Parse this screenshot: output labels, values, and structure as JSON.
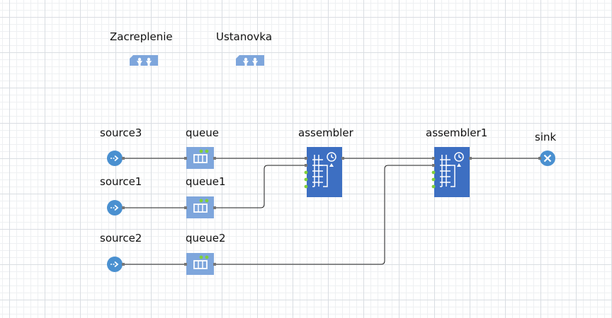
{
  "colors": {
    "block_light": "#7ea6dc",
    "block_dark": "#3d6fc2",
    "source_fill": "#4a90d0",
    "sink_fill": "#4a90d0",
    "port_green": "#80d03a",
    "port_gray": "#777777",
    "link": "#222222"
  },
  "resources": {
    "zacreplenie": {
      "label": "Zacreplenie",
      "icon": "resource-pool-icon"
    },
    "ustanovka": {
      "label": "Ustanovka",
      "icon": "resource-pool-icon"
    }
  },
  "blocks": {
    "source3": {
      "label": "source3",
      "icon": "source-icon"
    },
    "source1": {
      "label": "source1",
      "icon": "source-icon"
    },
    "source2": {
      "label": "source2",
      "icon": "source-icon"
    },
    "queue": {
      "label": "queue",
      "icon": "queue-icon"
    },
    "queue1": {
      "label": "queue1",
      "icon": "queue-icon"
    },
    "queue2": {
      "label": "queue2",
      "icon": "queue-icon"
    },
    "assembler": {
      "label": "assembler",
      "icon": "assembler-icon"
    },
    "assembler1": {
      "label": "assembler1",
      "icon": "assembler-icon"
    },
    "sink": {
      "label": "sink",
      "icon": "sink-icon"
    }
  }
}
